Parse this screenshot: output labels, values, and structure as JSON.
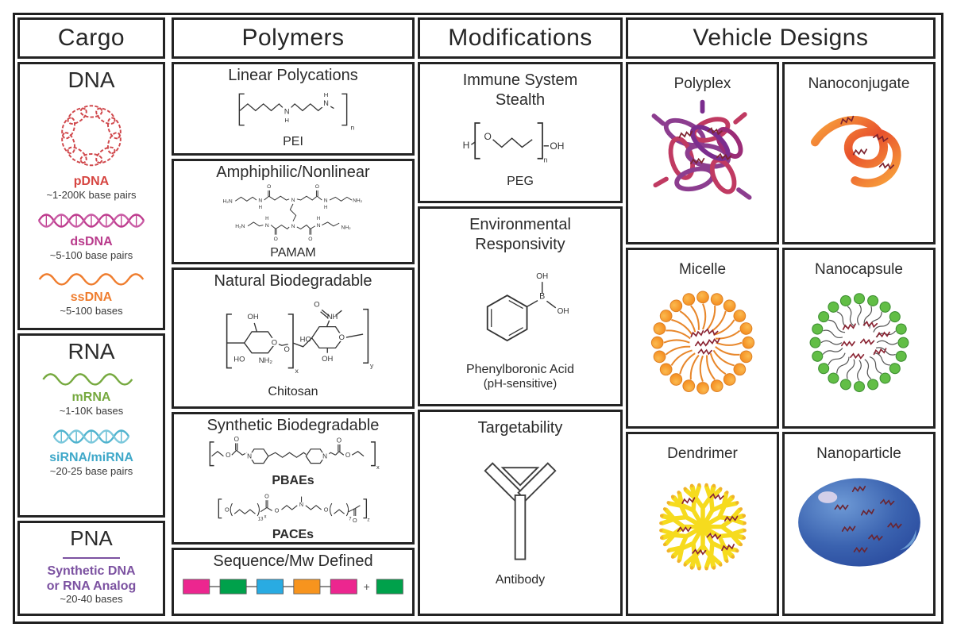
{
  "cargo": {
    "title": "Cargo",
    "dna": {
      "title": "DNA",
      "pdna": {
        "name": "pDNA",
        "detail": "~1-200K base pairs"
      },
      "dsdna": {
        "name": "dsDNA",
        "detail": "~5-100 base pairs"
      },
      "ssdna": {
        "name": "ssDNA",
        "detail": "~5-100 bases"
      }
    },
    "rna": {
      "title": "RNA",
      "mrna": {
        "name": "mRNA",
        "detail": "~1-10K bases"
      },
      "sirna": {
        "name": "siRNA/miRNA",
        "detail": "~20-25 base pairs"
      }
    },
    "pna": {
      "title": "PNA",
      "name_line1": "Synthetic DNA",
      "name_line2": "or RNA Analog",
      "detail": "~20-40 bases"
    }
  },
  "polymers": {
    "title": "Polymers",
    "linear": {
      "title": "Linear Polycations",
      "label": "PEI"
    },
    "amphiphilic": {
      "title": "Amphiphilic/Nonlinear",
      "label": "PAMAM"
    },
    "natural": {
      "title": "Natural Biodegradable",
      "label": "Chitosan"
    },
    "synthetic": {
      "title": "Synthetic Biodegradable",
      "label1": "PBAEs",
      "label2": "PACEs"
    },
    "sequence": {
      "title": "Sequence/Mw Defined",
      "plus": "+"
    }
  },
  "modifications": {
    "title": "Modifications",
    "stealth": {
      "title_line1": "Immune System",
      "title_line2": "Stealth",
      "label": "PEG"
    },
    "responsivity": {
      "title_line1": "Environmental",
      "title_line2": "Responsivity",
      "label": "Phenylboronic Acid",
      "sublabel": "(pH-sensitive)"
    },
    "targetability": {
      "title": "Targetability",
      "label": "Antibody"
    }
  },
  "vehicles": {
    "title": "Vehicle Designs",
    "polyplex": "Polyplex",
    "nanoconjugate": "Nanoconjugate",
    "micelle": "Micelle",
    "nanocapsule": "Nanocapsule",
    "dendrimer": "Dendrimer",
    "nanoparticle": "Nanoparticle"
  },
  "chem": {
    "pei": {
      "N": "N",
      "H": "H",
      "n": "n"
    },
    "pamam": {
      "h2n": "H₂N",
      "nh2": "NH₂",
      "N": "N",
      "H": "H",
      "O": "O"
    },
    "chitosan": {
      "OH": "OH",
      "HO": "HO",
      "NH2": "NH₂",
      "NH": "NH",
      "O": "O",
      "x": "x",
      "y": "y"
    },
    "pbaes": {
      "O": "O",
      "N": "N",
      "x": "x"
    },
    "paces": {
      "O": "O",
      "N": "N",
      "s13": "13",
      "s7": "7",
      "x": "x",
      "z": "z"
    },
    "peg": {
      "H": "H",
      "O": "O",
      "OH": "OH",
      "n": "n"
    },
    "pba": {
      "B": "B",
      "OH": "OH"
    }
  },
  "sequence_blocks": [
    "#EC268F",
    "#00A14B",
    "#29ABE2",
    "#F7941E",
    "#EC268F",
    "#00A14B"
  ],
  "colors": {
    "pdna": "#D64541",
    "dsdna": "#B93C8C",
    "ssdna": "#EF7D2E",
    "mrna": "#76A93F",
    "sirna": "#3FA8C9",
    "pna": "#7C52A1",
    "polyplex_purple": "#8C3D8F",
    "polyplex_crimson": "#C03A62",
    "nanoconjugate_orange": "#E8512D",
    "micelle_orange": "#F7941E",
    "nanocapsule_green": "#62BE46",
    "dendrimer_yellow": "#F6DB1E",
    "nanoparticle_blue": "#3B63B0",
    "border": "#232323"
  }
}
